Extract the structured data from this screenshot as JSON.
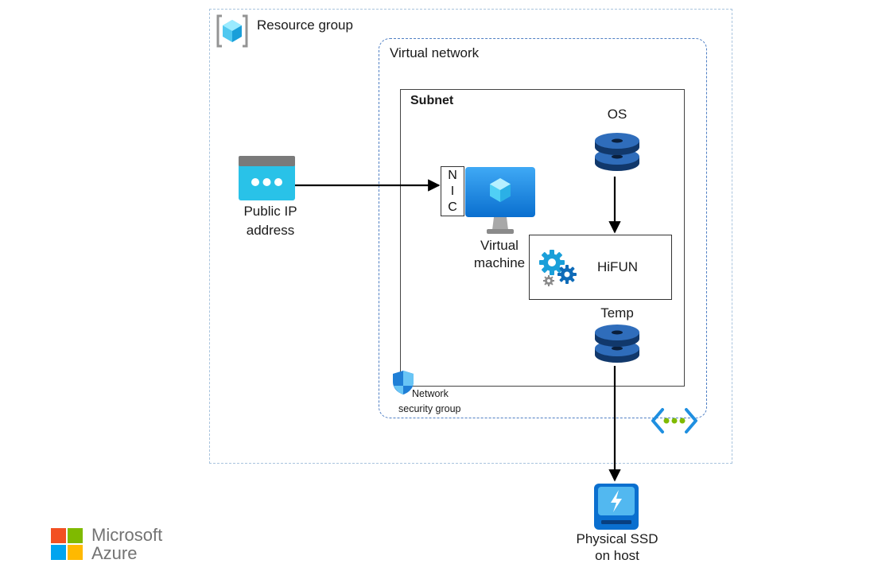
{
  "resource_group": {
    "label": "Resource group"
  },
  "virtual_network": {
    "label": "Virtual network"
  },
  "subnet": {
    "label": "Subnet"
  },
  "public_ip": {
    "label": "Public IP address"
  },
  "nic": {
    "letters": [
      "N",
      "I",
      "C"
    ]
  },
  "vm": {
    "label": "Virtual machine"
  },
  "os_disk": {
    "label": "OS"
  },
  "hifun": {
    "label": "HiFUN"
  },
  "temp_disk": {
    "label": "Temp"
  },
  "nsg": {
    "line1": "Network",
    "line2": "security group"
  },
  "ssd": {
    "label": "Physical SSD on host"
  },
  "branding": {
    "line1": "Microsoft",
    "line2": "Azure"
  },
  "colors": {
    "rg_border": "#a9c4de",
    "vnet_border": "#4f7fc4",
    "azure_blue": "#0078d4",
    "azure_cyan": "#50e6ff",
    "ms_red": "#f25022",
    "ms_green": "#7fba00",
    "ms_blue": "#00a4ef",
    "ms_yellow": "#ffb900"
  }
}
